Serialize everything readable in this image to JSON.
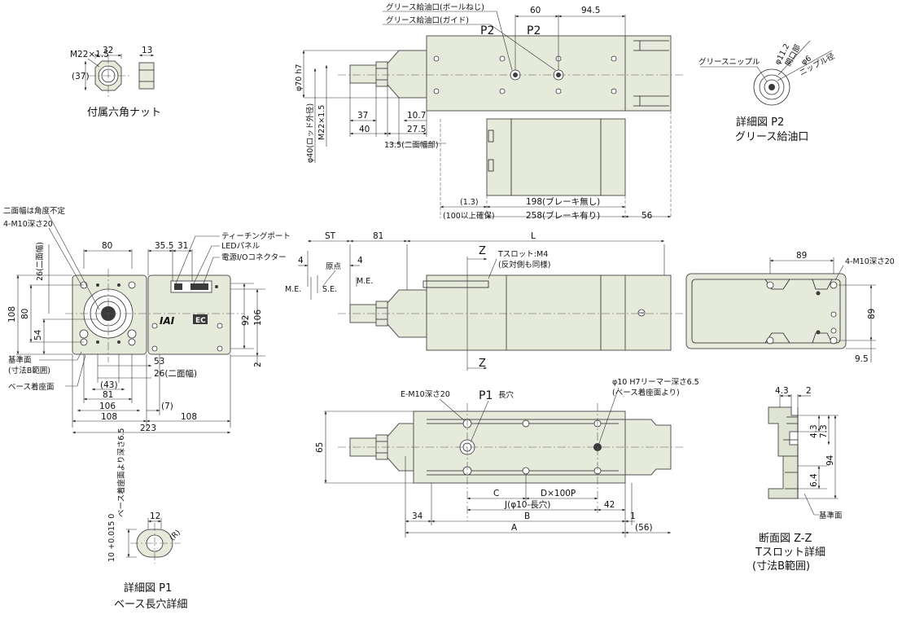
{
  "labels": {
    "nut_m": "M22×1.5",
    "nut_w": "32",
    "nut_t": "13",
    "nut_h": "(37)",
    "nut_title": "付属六角ナット",
    "grease_ball": "グリース給油口(ボールねじ)",
    "grease_guide": "グリース給油口(ガイド)",
    "p2a": "P2",
    "p2b": "P2",
    "d60": "60",
    "d94_5": "94.5",
    "phi70": "φ70 h7",
    "phi40": "φ40(ロッド外径)",
    "m22": "M22×1.5",
    "d37": "37",
    "d40": "40",
    "d10_7": "10.7",
    "d27_5": "27.5",
    "d13_5": "13.5(二面幅部)",
    "d1_3": "(1.3)",
    "d100": "(100以上確保)",
    "d198": "198(ブレーキ無し)",
    "d258": "258(ブレーキ有り)",
    "d56a": "56",
    "grease_nipple": "グリースニップル",
    "phi11_2": "φ11.2",
    "opening": "開口部",
    "phi6": "φ6",
    "nipple_dia": "ニップル径",
    "detail_p2_a": "詳細図 P2",
    "detail_p2_b": "グリース給油口",
    "flat_undefined": "二面幅は角度不定",
    "m10_20a": "4-M10深さ20",
    "d26_flat_v": "26(二面幅)",
    "d80top": "80",
    "d35_5": "35.5",
    "d31": "31",
    "teaching": "ティーチングポート",
    "led": "LEDパネル",
    "power": "電源I/Oコネクター",
    "d108v": "108",
    "d80v": "80",
    "d54v": "54",
    "d92v": "92",
    "d106v": "106",
    "d2v": "2",
    "d53": "53",
    "d26flat": "26(二面幅)",
    "ref_face": "基準面",
    "ref_face2": "(寸法B範囲)",
    "base_face": "ベース着座面",
    "d43": "(43)",
    "d81": "81",
    "d106": "106",
    "d7": "(7)",
    "d108a": "108",
    "d108b": "108",
    "d223": "223",
    "st": "ST",
    "d81b": "81",
    "L": "L",
    "d4a": "4",
    "d4b": "4",
    "origin": "原点",
    "me1": "M.E.",
    "se": "S.E.",
    "me2": "M.E.",
    "z1": "Z",
    "z2": "Z",
    "tslot1": "Tスロット:M4",
    "tslot2": "(反対側も同様)",
    "d89a": "89",
    "m10_20b": "4-M10深さ20",
    "d89v": "89",
    "d9_5": "9.5",
    "em10": "E-M10深さ20",
    "p1": "P1",
    "long_hole": "長穴",
    "reamer1": "φ10 H7リーマー深さ6.5",
    "reamer2": "(ベース着座面より)",
    "d65": "65",
    "C": "C",
    "Dx100P": "D×100P",
    "J": "J(φ10-長穴)",
    "d42": "42",
    "d34": "34",
    "B": "B",
    "d1": "1",
    "A": "A",
    "d56b": "(56)",
    "d4_3": "4.3",
    "d2b": "2",
    "d4_3v": "4.3",
    "d7_3v": "7.3",
    "d94v": "94",
    "d6_4v": "6.4",
    "ref_face3": "基準面",
    "sec_a": "断面図 Z-Z",
    "sec_b": "Tスロット詳細",
    "sec_c": "(寸法B範囲)",
    "tol": "10 +0.015 0",
    "base_hole_depth": "ベース着座面より深さ6.5",
    "d12": "12",
    "R": "(R)",
    "detail_p1_a": "詳細図 P1",
    "detail_p1_b": "ベース長穴詳細",
    "logo_iai": "IAI",
    "logo_ec": "EC"
  },
  "colors": {
    "body_fill": "#e6eadb",
    "line": "#222222"
  }
}
